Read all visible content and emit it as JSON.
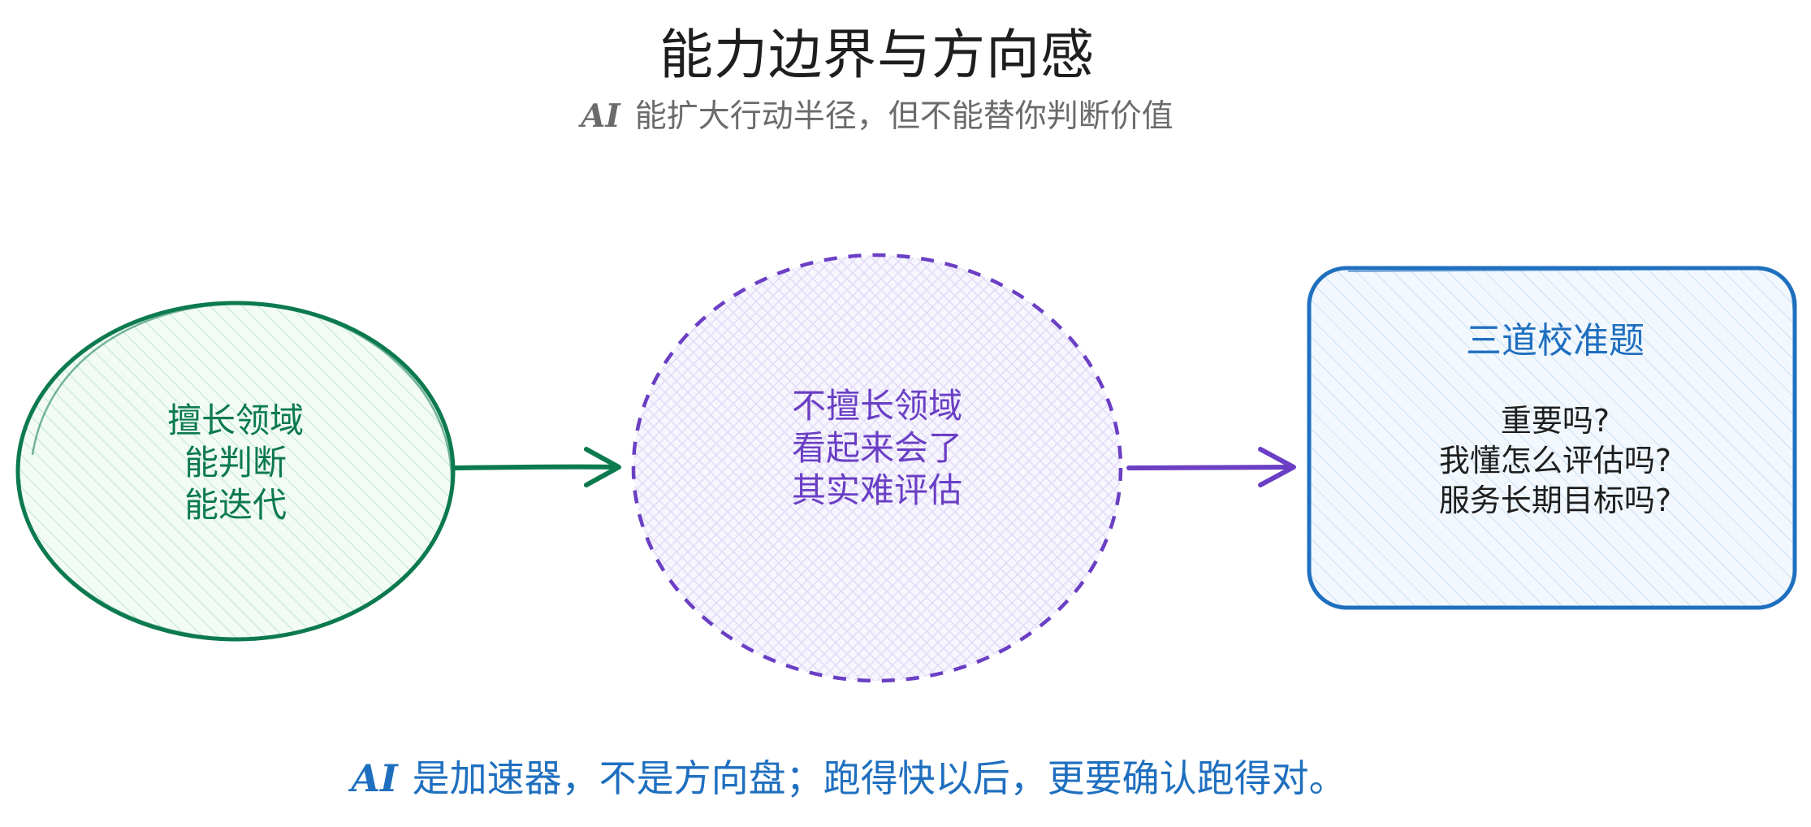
{
  "title": "能力边界与方向感",
  "subtitle": {
    "ai_mark": "AI",
    "text": "能扩大行动半径，但不能替你判断价值"
  },
  "nodes": {
    "good_domain": {
      "lines": [
        "擅长领域",
        "能判断",
        "能迭代"
      ],
      "color": "#0c7a4e",
      "fill": "#e4f6ec"
    },
    "weak_domain": {
      "lines": [
        "不擅长领域",
        "看起来会了",
        "其实难评估"
      ],
      "color": "#6a3fc4",
      "fill": "#f1eefc"
    },
    "calibration": {
      "title": "三道校准题",
      "lines": [
        "重要吗?",
        "我懂怎么评估吗?",
        "服务长期目标吗?"
      ],
      "color": "#1f6fbf",
      "fill": "#e3eef9"
    }
  },
  "footer": {
    "ai_mark": "AI",
    "text": "是加速器，不是方向盘；跑得快以后，更要确认跑得对。"
  },
  "colors": {
    "title": "#1e1e1e",
    "subtitle": "#6b6b6b",
    "footer": "#1f6fbf"
  }
}
